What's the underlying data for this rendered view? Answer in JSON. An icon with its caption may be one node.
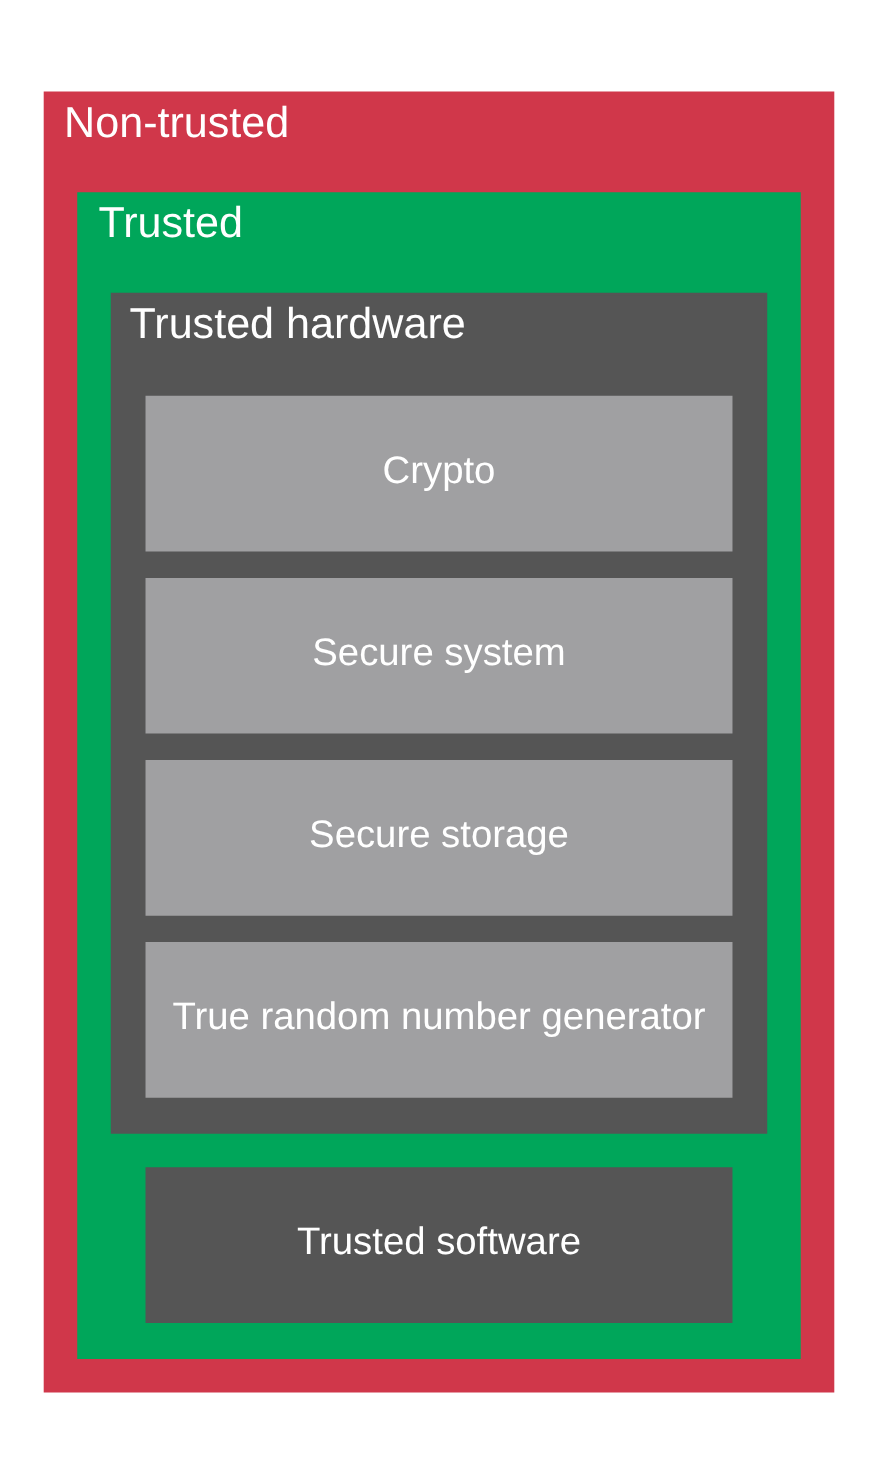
{
  "diagram": {
    "nodes": [
      {
        "text": [
          "Non-trusted"
        ]
      },
      {
        "text": [
          "Trusted"
        ],
        "in": 0
      },
      {
        "text": [
          "Trusted software"
        ],
        "in": 1
      },
      {
        "text": [
          "Trusted hardware"
        ],
        "in": 1
      },
      {
        "text": [
          "Crypto"
        ],
        "in": 3
      },
      {
        "text": [
          "Secure system"
        ],
        "in": 3
      },
      {
        "text": [
          "Secure storage"
        ],
        "in": 3
      },
      {
        "text": [
          "True random number generator"
        ],
        "in": 3
      }
    ]
  }
}
